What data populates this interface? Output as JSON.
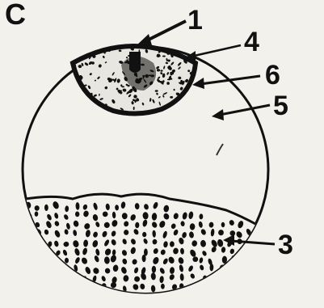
{
  "panel_letter": "C",
  "labels": {
    "l1": "1",
    "l3": "3",
    "l4": "4",
    "l5": "5",
    "l6": "6"
  },
  "colors": {
    "background": "#f2f1ec",
    "ink": "#111111"
  }
}
